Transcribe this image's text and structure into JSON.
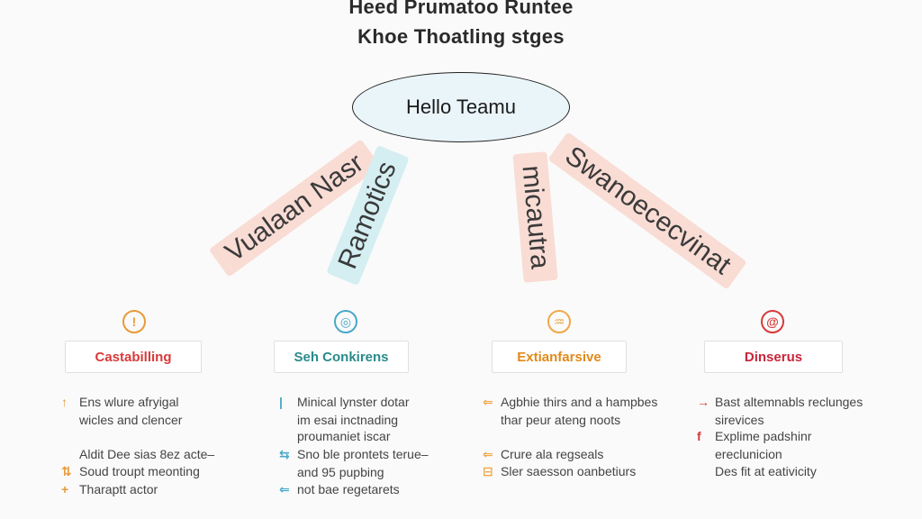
{
  "header": {
    "title_line1": "Heed Prumatoo Runtee",
    "title_line2": "Khoe Thoatling stges"
  },
  "root": {
    "label": "Hello Teamu"
  },
  "branches": [
    {
      "label": "Vualaan Nasr",
      "bg": "#f9dcd4"
    },
    {
      "label": "Ramotics",
      "bg": "#d4eef2"
    },
    {
      "label": "micautra",
      "bg": "#f9dcd4"
    },
    {
      "label": "Swanoececvinat",
      "bg": "#f9dcd4"
    }
  ],
  "columns": [
    {
      "icon_name": "exclamation-icon",
      "icon_glyph": "!",
      "color": "#d93a3a",
      "icon_color": "#e89a3a",
      "category": "Castabilling",
      "items": [
        {
          "icon_name": "arrow-up-icon",
          "glyph": "↑",
          "line1": "Ens wlure afryigal",
          "line2": "wicles and clencer"
        },
        {
          "icon_name": "",
          "glyph": "",
          "line1": "Aldit Dee sias 8ez acte–",
          "line2": ""
        },
        {
          "icon_name": "swap-icon",
          "glyph": "⇅",
          "line1": "Soud troupt meonting",
          "line2": ""
        },
        {
          "icon_name": "plus-icon",
          "glyph": "+",
          "line1": "Tharaptt actor",
          "line2": ""
        }
      ]
    },
    {
      "icon_name": "target-icon",
      "icon_glyph": "◎",
      "color": "#2a8a8a",
      "icon_color": "#48a8c8",
      "category": "Seh Conkirens",
      "items": [
        {
          "icon_name": "bar-icon",
          "glyph": "|",
          "line1": "Minical lynster dotar",
          "line2": "im esai inctnading"
        },
        {
          "icon_name": "",
          "glyph": "",
          "line1": "proumaniet iscar",
          "line2": ""
        },
        {
          "icon_name": "shuffle-icon",
          "glyph": "⇆",
          "line1": "Sno ble prontets terue–",
          "line2": "and 95 pupbing"
        },
        {
          "icon_name": "link-icon",
          "glyph": "⇐",
          "line1": "not bae regetarets",
          "line2": ""
        }
      ]
    },
    {
      "icon_name": "fan-icon",
      "icon_glyph": "♒",
      "color": "#e08a1a",
      "icon_color": "#f0a848",
      "category": "Extianfarsive",
      "items": [
        {
          "icon_name": "link-icon",
          "glyph": "⇐",
          "line1": "Agbhie thirs and a hampbes",
          "line2": "thar peur ateng noots"
        },
        {
          "icon_name": "link-icon",
          "glyph": "⇐",
          "line1": "Crure ala regseals",
          "line2": ""
        },
        {
          "icon_name": "box-icon",
          "glyph": "⊟",
          "line1": "Sler saesson oanbetiurs",
          "line2": ""
        }
      ]
    },
    {
      "icon_name": "spiral-icon",
      "icon_glyph": "@",
      "color": "#c8243a",
      "icon_color": "#d83a3a",
      "category": "Dinserus",
      "items": [
        {
          "icon_name": "arrow-right-icon",
          "glyph": "→",
          "line1": "Bast altemnabls reclunges",
          "line2": "sirevices"
        },
        {
          "icon_name": "f-icon",
          "glyph": "f",
          "line1": "Explime padshinr",
          "line2": "ereclunicion"
        },
        {
          "icon_name": "",
          "glyph": "",
          "line1": "Des fit at eativicity",
          "line2": ""
        }
      ]
    }
  ]
}
